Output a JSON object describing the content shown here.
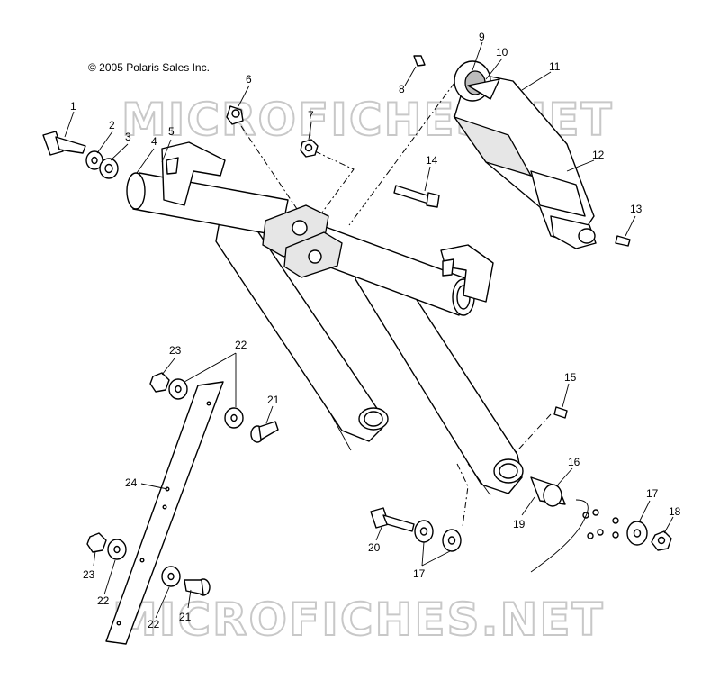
{
  "copyright": "© 2005 Polaris Sales Inc.",
  "watermark_top": "MICROFICHES.NET",
  "watermark_bottom": "MICROFICHES.NET",
  "callouts": [
    {
      "id": "c1",
      "text": "1"
    },
    {
      "id": "c2",
      "text": "2"
    },
    {
      "id": "c3",
      "text": "3"
    },
    {
      "id": "c4",
      "text": "4"
    },
    {
      "id": "c5",
      "text": "5"
    },
    {
      "id": "c6",
      "text": "6"
    },
    {
      "id": "c7",
      "text": "7"
    },
    {
      "id": "c8",
      "text": "8"
    },
    {
      "id": "c9",
      "text": "9"
    },
    {
      "id": "c10",
      "text": "10"
    },
    {
      "id": "c11",
      "text": "11"
    },
    {
      "id": "c12",
      "text": "12"
    },
    {
      "id": "c13",
      "text": "13"
    },
    {
      "id": "c14",
      "text": "14"
    },
    {
      "id": "c15",
      "text": "15"
    },
    {
      "id": "c16",
      "text": "16"
    },
    {
      "id": "c17a",
      "text": "17"
    },
    {
      "id": "c17b",
      "text": "17"
    },
    {
      "id": "c18",
      "text": "18"
    },
    {
      "id": "c19",
      "text": "19"
    },
    {
      "id": "c20",
      "text": "20"
    },
    {
      "id": "c21a",
      "text": "21"
    },
    {
      "id": "c21b",
      "text": "21"
    },
    {
      "id": "c22a",
      "text": "22"
    },
    {
      "id": "c22b",
      "text": "22"
    },
    {
      "id": "c22c",
      "text": "22"
    },
    {
      "id": "c23a",
      "text": "23"
    },
    {
      "id": "c23b",
      "text": "23"
    },
    {
      "id": "c24",
      "text": "24"
    }
  ]
}
